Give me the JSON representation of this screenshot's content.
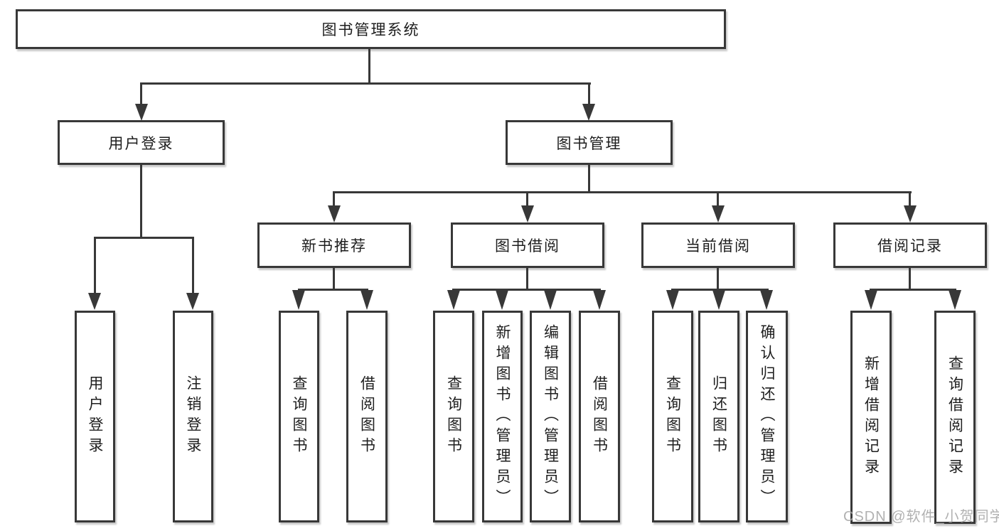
{
  "diagram_title": "图书管理系统",
  "tree": {
    "label": "图书管理系统",
    "children": [
      {
        "label": "用户登录",
        "children": [
          {
            "label": "用户登录"
          },
          {
            "label": "注销登录"
          }
        ]
      },
      {
        "label": "图书管理",
        "children": [
          {
            "label": "新书推荐",
            "children": [
              {
                "label": "查询图书"
              },
              {
                "label": "借阅图书"
              }
            ]
          },
          {
            "label": "图书借阅",
            "children": [
              {
                "label": "查询图书"
              },
              {
                "label": "新增图书（管理员）"
              },
              {
                "label": "编辑图书（管理员）"
              },
              {
                "label": "借阅图书"
              }
            ]
          },
          {
            "label": "当前借阅",
            "children": [
              {
                "label": "查询图书"
              },
              {
                "label": "归还图书"
              },
              {
                "label": "确认归还（管理员）"
              }
            ]
          },
          {
            "label": "借阅记录",
            "children": [
              {
                "label": "新增借阅记录"
              },
              {
                "label": "查询借阅记录"
              }
            ]
          }
        ]
      }
    ]
  },
  "watermark": "CSDN @软件_小贺同学",
  "colors": {
    "line": "#383838",
    "text": "#1e1e1e",
    "background": "#ffffff",
    "watermark": "#a8a8a8"
  }
}
